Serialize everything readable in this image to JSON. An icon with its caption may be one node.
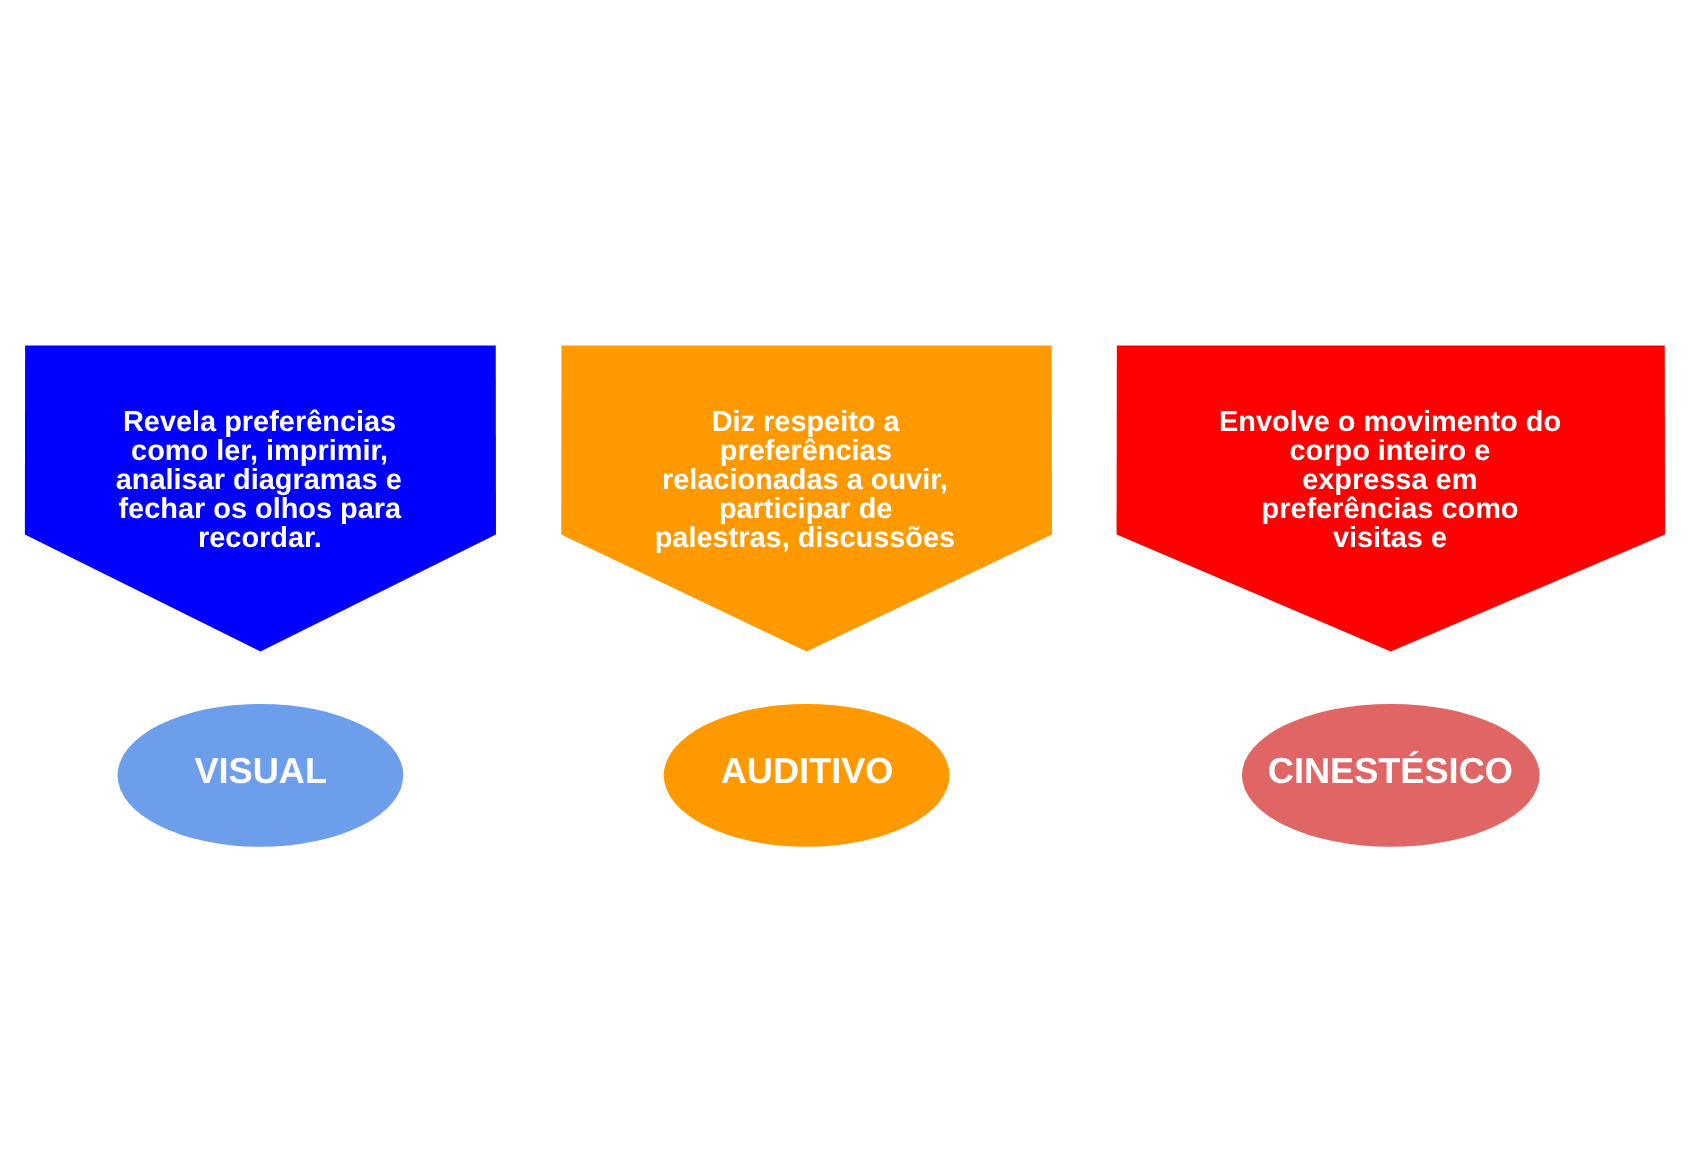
{
  "diagram": {
    "nodes": [
      {
        "text": [
          "Revela preferências como ler, imprimir, analisar diagramas e fechar os olhos para recordar."
        ]
      },
      {
        "text": [
          "VISUAL"
        ]
      },
      {
        "text": [
          "Diz respeito a preferências relacionadas a ouvir, participar de palestras, discussões"
        ]
      },
      {
        "text": [
          "AUDITIVO"
        ]
      },
      {
        "text": [
          "Envolve o movimento do corpo inteiro e expressa em preferências como visitas e"
        ]
      },
      {
        "text": [
          "CINESTÉSICO"
        ]
      }
    ]
  }
}
